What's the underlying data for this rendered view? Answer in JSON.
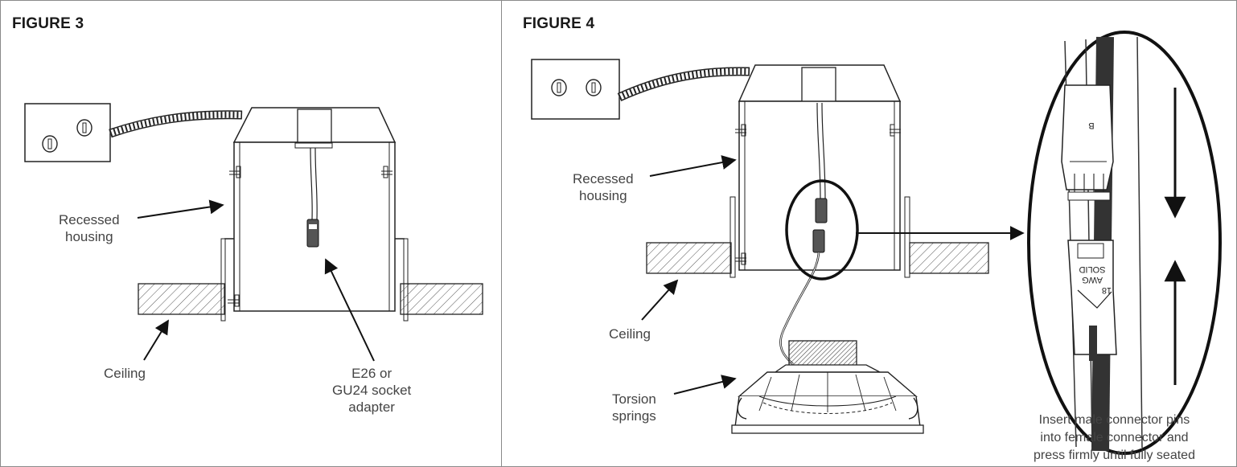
{
  "figure3": {
    "title": "FIGURE 3",
    "labels": {
      "recessed_line1": "Recessed",
      "recessed_line2": "housing",
      "ceiling": "Ceiling",
      "adapter_line1": "E26 or",
      "adapter_line2": "GU24 socket",
      "adapter_line3": "adapter"
    }
  },
  "figure4": {
    "title": "FIGURE 4",
    "labels": {
      "recessed_line1": "Recessed",
      "recessed_line2": "housing",
      "ceiling": "Ceiling",
      "torsion_line1": "Torsion",
      "torsion_line2": "springs",
      "instruction_line1": "Insert male connector pins",
      "instruction_line2": "into female connector and",
      "instruction_line3": "press firmly until fully seated"
    },
    "connector_markings": {
      "female_letter": "B",
      "male_marking_line1": "18",
      "male_marking_line2": "AWG",
      "male_marking_line3": "SOLID"
    }
  }
}
